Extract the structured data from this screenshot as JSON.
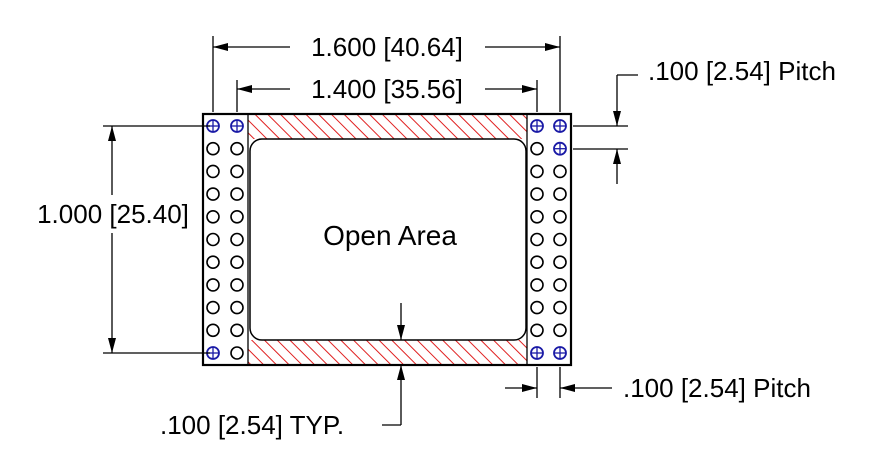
{
  "labels": {
    "overall_width": "1.600 [40.64]",
    "inner_width": "1.400 [35.56]",
    "height": "1.000 [25.40]",
    "open_area": "Open Area",
    "pitch_top": ".100 [2.54] Pitch",
    "pitch_bottom": ".100 [2.54] Pitch",
    "border_typ": ".100 [2.54] TYP."
  },
  "pin_grid": {
    "rows": 11,
    "cols_per_side": 2,
    "sides": [
      "left",
      "right"
    ],
    "highlighted": [
      "left-r0-c0",
      "left-r0-c1",
      "left-r10-c0",
      "right-r0-c0",
      "right-r0-c1",
      "right-r1-c1",
      "right-r10-c0",
      "right-r10-c1"
    ]
  },
  "colors": {
    "line": "#000000",
    "hatch": "#e02020",
    "highlight_pin": "#1a1aa6"
  }
}
